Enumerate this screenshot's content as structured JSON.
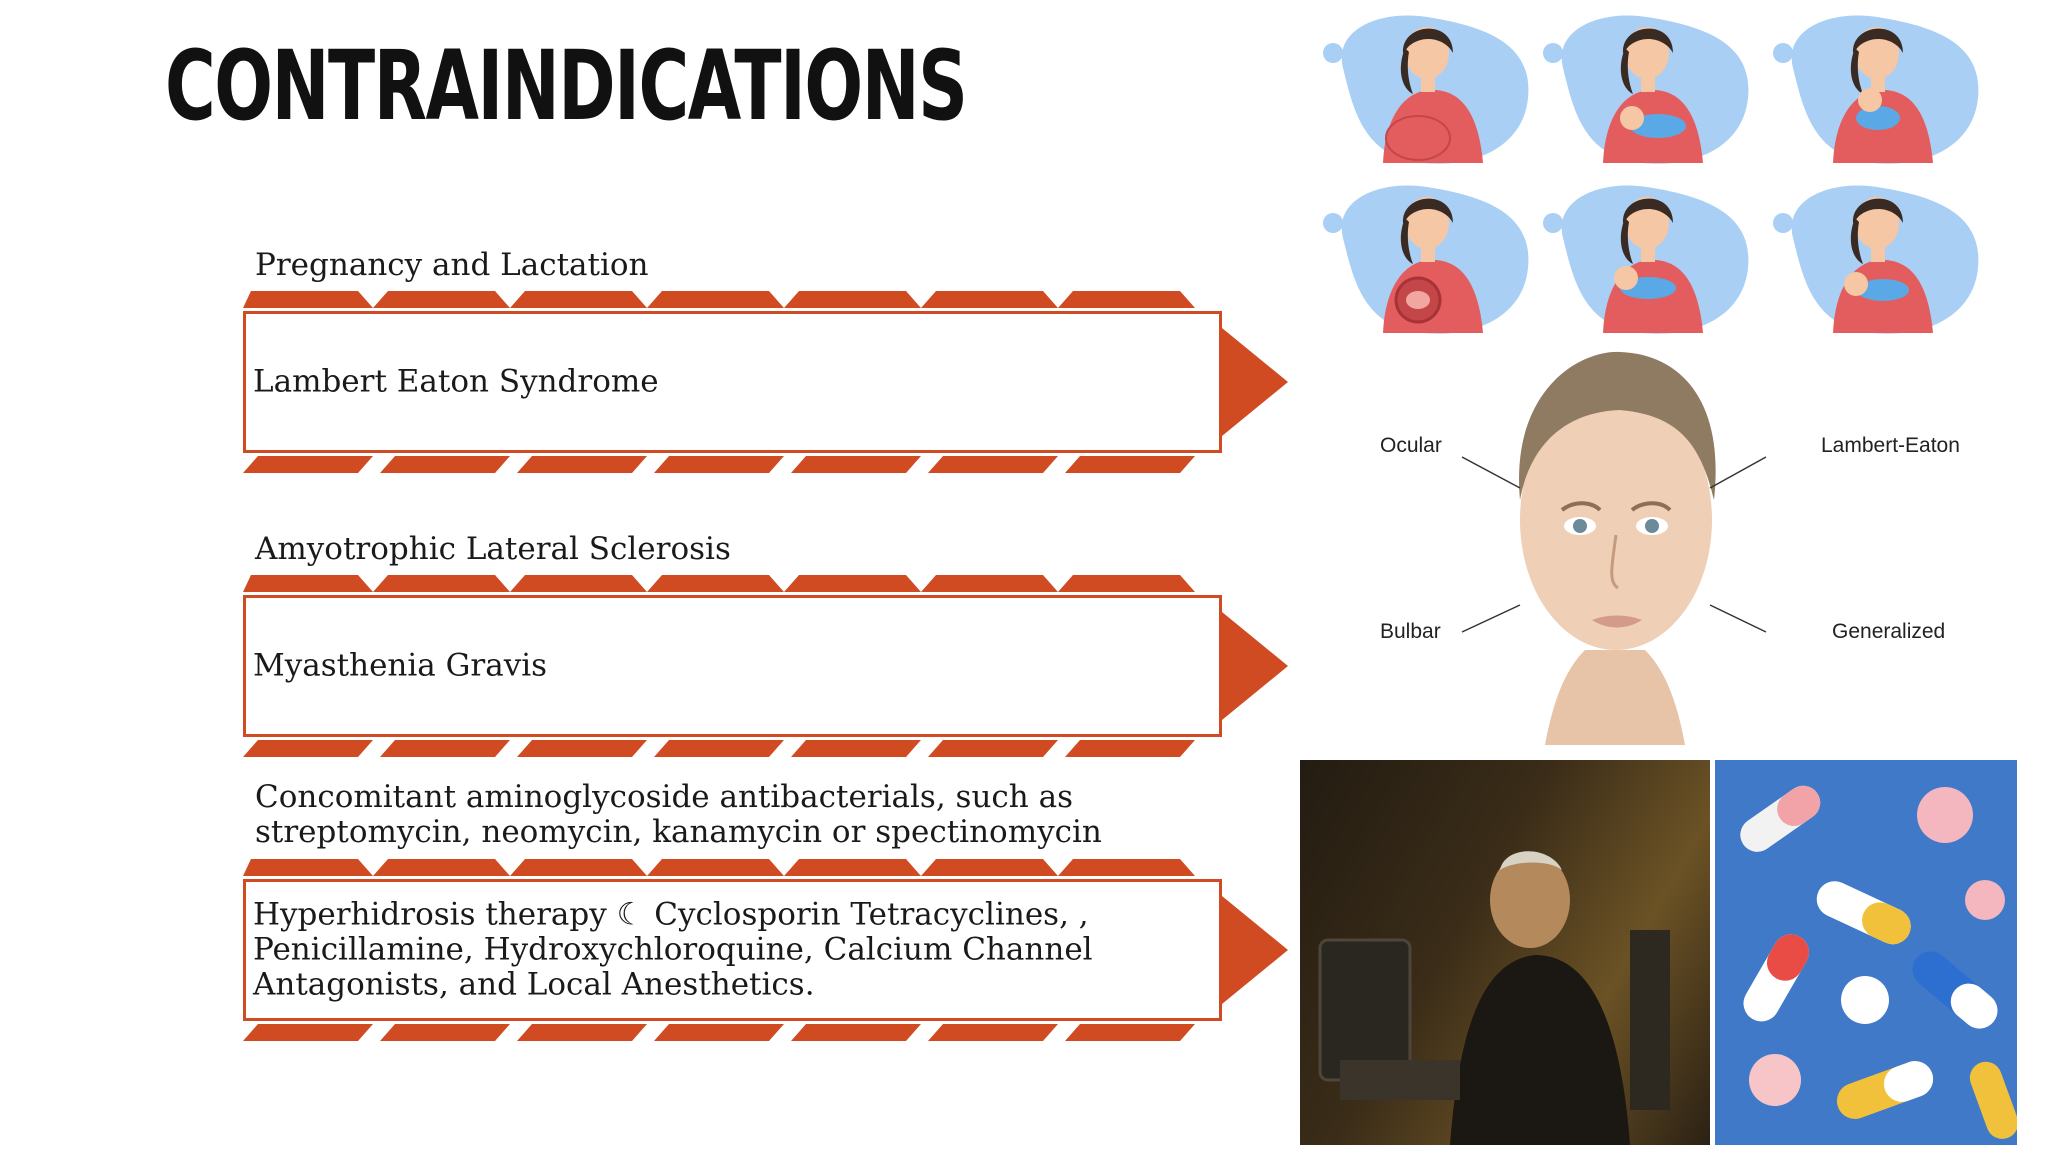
{
  "title": "CONTRAINDICATIONS",
  "items": [
    {
      "label": "Pregnancy and Lactation",
      "box": "Lambert Eaton Syndrome"
    },
    {
      "label": "Amyotrophic Lateral Sclerosis",
      "box": "Myasthenia Gravis"
    },
    {
      "label_lines": [
        "Concomitant aminoglycoside antibacterials, such as",
        "streptomycin, neomycin, kanamycin or spectinomycin"
      ],
      "box_lines": [
        "Hyperhidrosis therapy ☾  Cyclosporin  Tetracyclines, ,",
        "Penicillamine, Hydroxychloroquine, Calcium Channel",
        "Antagonists, and Local Anesthetics."
      ]
    }
  ],
  "face_labels": {
    "ocular": "Ocular",
    "lambert": "Lambert-Eaton",
    "bulbar": "Bulbar",
    "generalized": "Generalized"
  },
  "colors": {
    "accent": "#d04a22",
    "blob": "#a9cff5",
    "dress": "#e35d5f"
  }
}
